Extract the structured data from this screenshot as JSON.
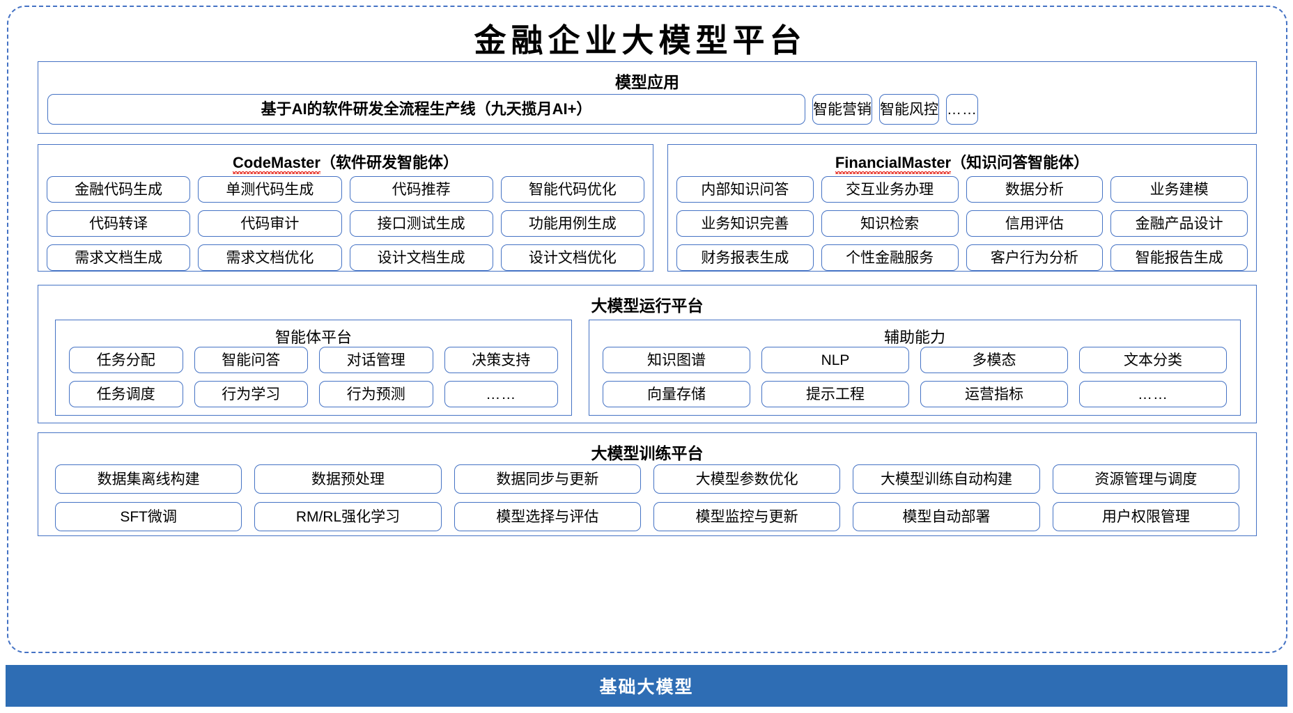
{
  "title": "金融企业大模型平台",
  "sections": {
    "apps": {
      "title": "模型应用",
      "main_item": "基于AI的软件研发全流程生产线（九天揽月AI+）",
      "items": [
        "智能营销",
        "智能风控",
        "……"
      ]
    },
    "code_master": {
      "name": "CodeMaster",
      "suffix": "（软件研发智能体）",
      "items": [
        "金融代码生成",
        "单测代码生成",
        "代码推荐",
        "智能代码优化",
        "代码转译",
        "代码审计",
        "接口测试生成",
        "功能用例生成",
        "需求文档生成",
        "需求文档优化",
        "设计文档生成",
        "设计文档优化"
      ]
    },
    "financial_master": {
      "name": "FinancialMaster",
      "suffix": "（知识问答智能体）",
      "items": [
        "内部知识问答",
        "交互业务办理",
        "数据分析",
        "业务建模",
        "业务知识完善",
        "知识检索",
        "信用评估",
        "金融产品设计",
        "财务报表生成",
        "个性金融服务",
        "客户行为分析",
        "智能报告生成"
      ]
    },
    "runtime": {
      "title": "大模型运行平台",
      "agent_platform": {
        "title": "智能体平台",
        "items": [
          "任务分配",
          "智能问答",
          "对话管理",
          "决策支持",
          "任务调度",
          "行为学习",
          "行为预测",
          "……"
        ]
      },
      "aux_capability": {
        "title": "辅助能力",
        "items": [
          "知识图谱",
          "NLP",
          "多模态",
          "文本分类",
          "向量存储",
          "提示工程",
          "运营指标",
          "……"
        ]
      }
    },
    "training": {
      "title": "大模型训练平台",
      "items": [
        "数据集离线构建",
        "数据预处理",
        "数据同步与更新",
        "大模型参数优化",
        "大模型训练自动构建",
        "资源管理与调度",
        "SFT微调",
        "RM/RL强化学习",
        "模型选择与评估",
        "模型监控与更新",
        "模型自动部署",
        "用户权限管理"
      ]
    },
    "base_model": {
      "label": "基础大模型"
    }
  },
  "colors": {
    "accent_blue": "#4472c4",
    "banner_blue": "#2e6db4",
    "spell_red": "#e8342a",
    "text": "#000000"
  }
}
